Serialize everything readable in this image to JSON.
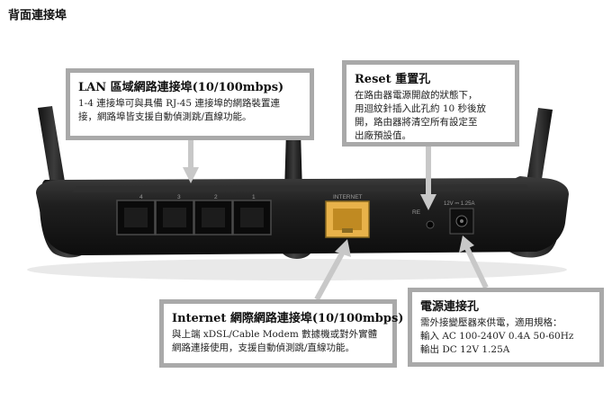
{
  "page": {
    "title": "背面連接埠"
  },
  "router": {
    "lan_port_numbers": [
      "4",
      "3",
      "2",
      "1"
    ],
    "internet_label": "INTERNET",
    "reset_label": "RE",
    "power_spec": "12V ⎓ 1.25A"
  },
  "callouts": {
    "lan": {
      "title": "LAN 區域網路連接埠(10/100mbps)",
      "body": "1-4 連接埠可與具備 RJ-45 連接埠的網路裝置連\n接，網路埠皆支援自動偵測跳/直線功能。"
    },
    "reset": {
      "title": "Reset 重置孔",
      "body": "在路由器電源開啟的狀態下，\n用迴紋針插入此孔約 10 秒後放\n開，路由器將清空所有設定至\n出廠預設值。"
    },
    "internet": {
      "title": "Internet 網際網路連接埠(10/100mbps)",
      "body": "與上端 xDSL/Cable Modem 數據機或對外實體\n網路連接使用，支援自動偵測跳/直線功能。"
    },
    "power": {
      "title": "電源連接孔",
      "body": "需外接變壓器來供電，適用規格：\n輸入 AC 100-240V 0.4A 50-60Hz\n輸出 DC 12V 1.25A"
    }
  },
  "colors": {
    "callout_border": "#a9a9a9",
    "connector_arrow": "#c8c8c8",
    "router_body": "#1b1b1b",
    "internet_port": "#e8b24a"
  }
}
